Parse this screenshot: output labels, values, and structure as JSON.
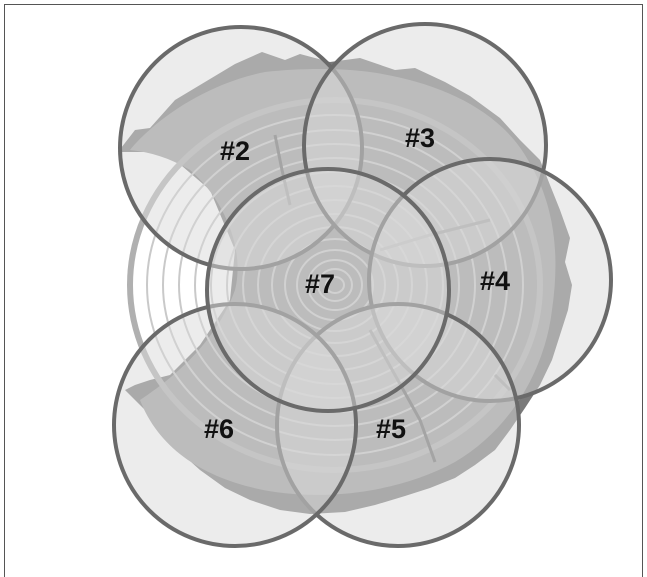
{
  "figure": {
    "labels": [
      "#2",
      "#3",
      "#4",
      "#5",
      "#6",
      "#7"
    ]
  },
  "colors": {
    "circle_fill": "#d9d9d9",
    "circle_stroke": "#6a6a6a",
    "bark_dark": "#7a7a7a",
    "bark_light": "#9a9a9a",
    "wood_base": "#b8b8b8",
    "ring_line": "#d4d4d4",
    "highlight": "#e6e6e6"
  }
}
